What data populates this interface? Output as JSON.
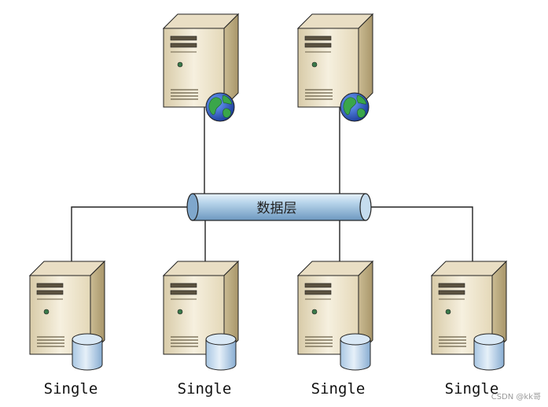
{
  "bus": {
    "label": "数据层"
  },
  "web_servers": [
    {
      "icon": "globe-icon"
    },
    {
      "icon": "globe-icon"
    }
  ],
  "nodes": [
    {
      "label": "Single",
      "icon": "database-icon"
    },
    {
      "label": "Single",
      "icon": "database-icon"
    },
    {
      "label": "Single",
      "icon": "database-icon"
    },
    {
      "label": "Single",
      "icon": "database-icon"
    }
  ],
  "watermark": "CSDN @kk哥",
  "colors": {
    "server_front": "#f2ead6",
    "server_side": "#c9b992",
    "server_top": "#e8dcc0",
    "bus_fill": "#9dc3de",
    "globe_ocean": "#2f5fbf",
    "globe_land": "#3aa64a",
    "db_fill": "#c9def0",
    "line": "#222222"
  }
}
